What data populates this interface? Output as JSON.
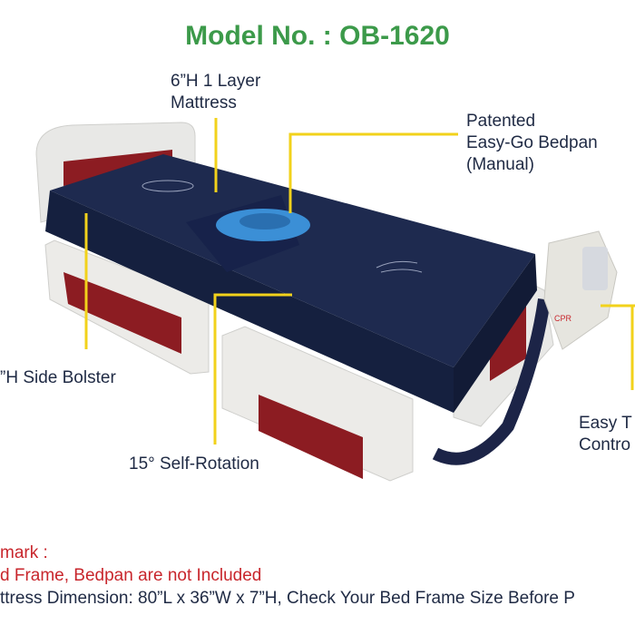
{
  "title": "Model No. : OB-1620",
  "labels": {
    "mattress": [
      "6”H 1 Layer",
      "Mattress"
    ],
    "bedpan": [
      "Patented",
      "Easy-Go Bedpan",
      "(Manual)"
    ],
    "bolster": "”H Side Bolster",
    "rotation": "15° Self-Rotation",
    "control": [
      "Easy T",
      "Contro"
    ]
  },
  "remarks": {
    "heading": "mark :",
    "line1": "d Frame, Bedpan are not Included",
    "line2": "ttress Dimension: 80”L x 36”W x 7”H, Check Your Bed Frame Size Before P"
  },
  "pump_badge": "CPR",
  "colors": {
    "title": "#3c9a4a",
    "callout": "#f2d21b",
    "remark": "#c8262c",
    "mattress": "#1e2a4f",
    "bed_panel": "#8c1c22"
  }
}
